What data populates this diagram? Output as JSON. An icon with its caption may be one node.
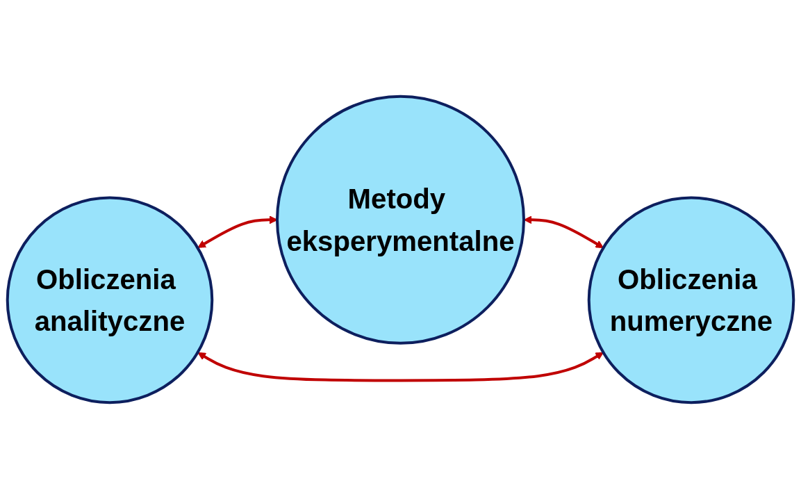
{
  "diagram": {
    "nodes": [
      {
        "text": [
          "Metody eksperymentalne"
        ]
      },
      {
        "text": [
          "Obliczenia analityczne"
        ]
      },
      {
        "text": [
          "Obliczenia numeryczne"
        ]
      }
    ],
    "edges": [
      {
        "from": 1,
        "to": 0,
        "arrow": "both"
      },
      {
        "from": 0,
        "to": 2,
        "arrow": "both"
      },
      {
        "from": 1,
        "to": 2,
        "arrow": "both"
      }
    ]
  }
}
